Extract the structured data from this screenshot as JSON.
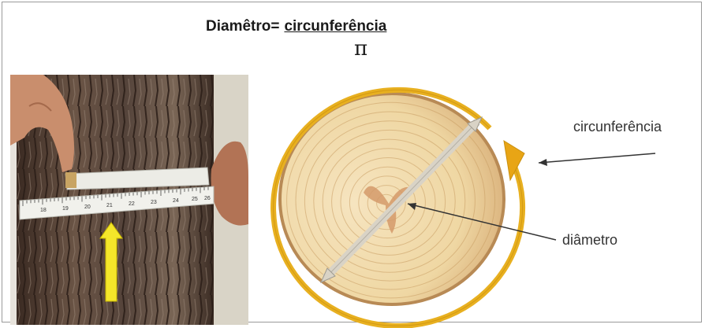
{
  "formula": {
    "lhs": "Diamêtro=",
    "numerator": "circunferência",
    "denominator": "π"
  },
  "photo": {
    "tape_markings": [
      "18",
      "19",
      "20",
      "21",
      "22",
      "23",
      "24",
      "25",
      "26"
    ],
    "arrow_color": "#f4e62a"
  },
  "diagram": {
    "circumference_label": "circunferência",
    "diameter_label": "diâmetro",
    "ring_color": "#e8b020",
    "wood_color": "#f0d9a8"
  }
}
